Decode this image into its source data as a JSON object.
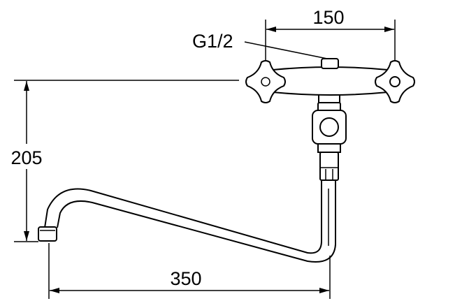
{
  "drawing": {
    "dimensions": {
      "handle_spacing": "150",
      "height": "205",
      "spout_reach": "350"
    },
    "thread_label": "G1/2"
  }
}
